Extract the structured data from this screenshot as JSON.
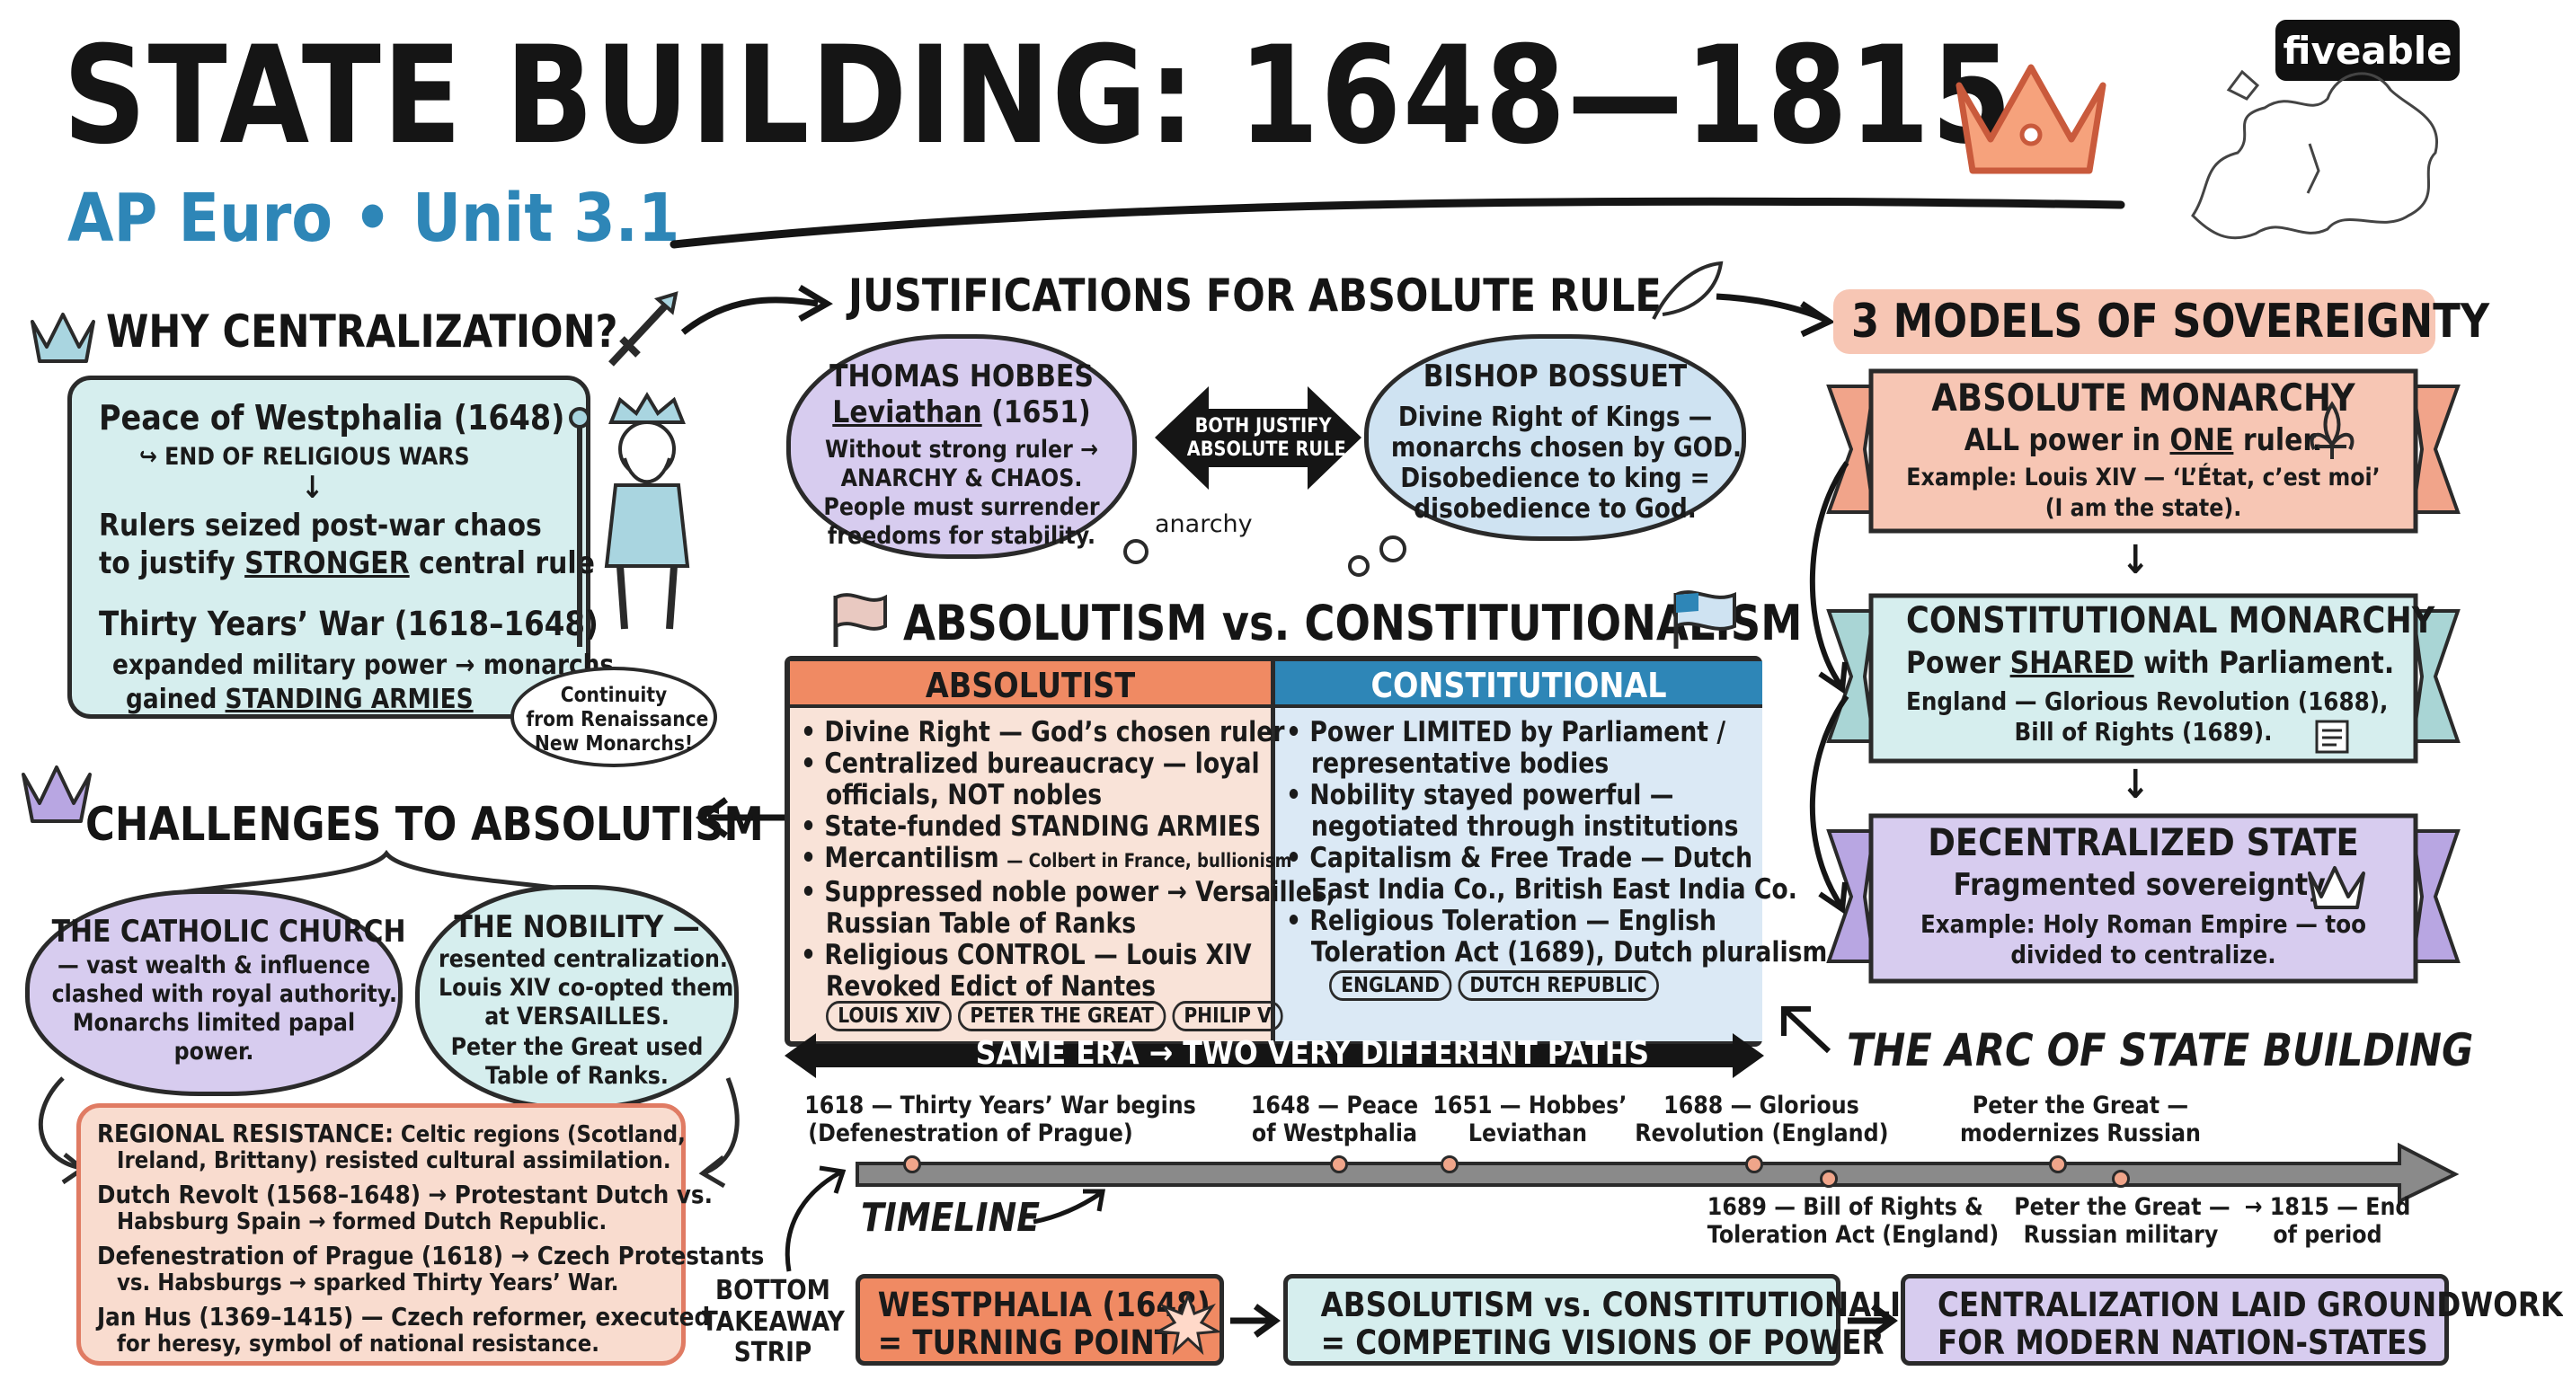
{
  "header": {
    "title": "STATE BUILDING: 1648—1815",
    "subtitle": "AP Euro • Unit 3.1",
    "brand": "fiveable"
  },
  "why": {
    "heading": "WHY CENTRALIZATION?",
    "westphalia": "Peace of Westphalia (1648)",
    "end_wars": "↪ END OF RELIGIOUS WARS",
    "arrow": "↓",
    "seized_1": "Rulers seized post-war chaos",
    "seized_2a": "to justify ",
    "seized_2b": "STRONGER",
    "seized_2c": " central rule",
    "thirty": "Thirty Years’ War (1618–1648)",
    "expanded": "expanded military power → monarchs",
    "gained_a": "gained ",
    "gained_b": "STANDING ARMIES",
    "bubble_1": "Continuity",
    "bubble_2": "from Renaissance",
    "bubble_3": "New Monarchs!"
  },
  "justifications": {
    "heading": "JUSTIFICATIONS FOR ABSOLUTE RULE",
    "hobbes_name": "THOMAS HOBBES",
    "hobbes_book": "Leviathan",
    "hobbes_year": " (1651)",
    "hobbes_1": "Without strong ruler →",
    "hobbes_2": "ANARCHY & CHAOS.",
    "hobbes_3": "People must surrender",
    "hobbes_4": "freedoms for stability.",
    "both_1": "BOTH JUSTIFY",
    "both_2": "ABSOLUTE RULE",
    "anarchy": "anarchy",
    "bossuet_name": "BISHOP BOSSUET",
    "bossuet_1": "Divine Right of Kings —",
    "bossuet_2": "monarchs chosen by GOD.",
    "bossuet_3": "Disobedience to king =",
    "bossuet_4": "disobedience to God."
  },
  "models": {
    "heading": "3 MODELS OF SOVEREIGNTY",
    "abs_title": "ABSOLUTE MONARCHY",
    "abs_1a": "ALL power in ",
    "abs_1b": "ONE",
    "abs_1c": " ruler.",
    "abs_2": "Example: Louis XIV — ‘L’État, c’est moi’",
    "abs_3": "(I am the state).",
    "con_title": "CONSTITUTIONAL MONARCHY",
    "con_1a": "Power ",
    "con_1b": "SHARED",
    "con_1c": " with Parliament.",
    "con_2": "England — Glorious Revolution (1688),",
    "con_3": "Bill of Rights (1689).",
    "dec_title": "DECENTRALIZED STATE",
    "dec_1": "Fragmented sovereignty.",
    "dec_2": "Example: Holy Roman Empire — too",
    "dec_3": "divided to centralize."
  },
  "versus": {
    "heading": "ABSOLUTISM vs. CONSTITUTIONALISM",
    "abs_head": "ABSOLUTIST",
    "con_head": "CONSTITUTIONAL",
    "abs_items": [
      "• Divine Right — God’s chosen ruler",
      "• Centralized bureaucracy — loyal",
      "   officials, NOT nobles",
      "• State-funded STANDING ARMIES",
      "• Mercantilism",
      "• Suppressed noble power → Versailles,",
      "   Russian Table of Ranks",
      "• Religious CONTROL — Louis XIV",
      "   Revoked Edict of Nantes"
    ],
    "merc_note": "— Colbert in France, bullionism",
    "abs_pills": [
      "LOUIS XIV",
      "PETER THE GREAT",
      "PHILIP V"
    ],
    "con_items": [
      "• Power LIMITED by Parliament /",
      "   representative bodies",
      "• Nobility stayed powerful —",
      "   negotiated through institutions",
      "• Capitalism & Free Trade — Dutch",
      "   East India Co., British East India Co.",
      "• Religious Toleration — English",
      "   Toleration Act (1689), Dutch pluralism"
    ],
    "con_pills": [
      "ENGLAND",
      "DUTCH REPUBLIC"
    ],
    "same_era": "SAME ERA → TWO VERY DIFFERENT PATHS"
  },
  "challenges": {
    "heading": "CHALLENGES TO ABSOLUTISM",
    "church_title": "THE CATHOLIC CHURCH",
    "church_1": "— vast wealth & influence",
    "church_2": "clashed with royal authority.",
    "church_3": "Monarchs limited papal",
    "church_4": "power.",
    "nob_title": "THE NOBILITY —",
    "nob_1": "resented centralization.",
    "nob_2": "Louis XIV co-opted them",
    "nob_3": "at VERSAILLES.",
    "nob_4": "Peter the Great used",
    "nob_5": "Table of Ranks.",
    "reg_1a": "REGIONAL RESISTANCE:",
    "reg_1b": " Celtic regions (Scotland,",
    "reg_2": "Ireland, Brittany) resisted cultural assimilation.",
    "reg_3": "Dutch Revolt (1568–1648) → Protestant Dutch vs.",
    "reg_4": "Habsburg Spain → formed Dutch Republic.",
    "reg_5": "Defenestration of Prague (1618) → Czech Protestants",
    "reg_6": "vs. Habsburgs → sparked Thirty Years’ War.",
    "reg_7": "Jan Hus (1369–1415) — Czech reformer, executed",
    "reg_8": "for heresy, symbol of national resistance."
  },
  "timeline": {
    "arc_label": "THE ARC OF STATE BUILDING",
    "label": "TIMELINE",
    "top": [
      {
        "l1": "1618 — Thirty Years’ War begins",
        "l2": "(Defenestration of Prague)"
      },
      {
        "l1": "1648 — Peace",
        "l2": "of Westphalia"
      },
      {
        "l1": "1651 — Hobbes’",
        "l2": "Leviathan"
      },
      {
        "l1": "1688 — Glorious",
        "l2": "Revolution (England)"
      },
      {
        "l1": "Peter the Great —",
        "l2": "modernizes Russian"
      }
    ],
    "bottom": [
      {
        "l1": "1689 — Bill of Rights &",
        "l2": "Toleration Act (England)"
      },
      {
        "l1": "Peter the Great —",
        "l2": "Russian military"
      },
      {
        "l1": "→ 1815 — End",
        "l2": "of period"
      }
    ]
  },
  "strip": {
    "label_1": "BOTTOM",
    "label_2": "TAKEAWAY",
    "label_3": "STRIP",
    "b1_1": "WESTPHALIA (1648)",
    "b1_2": "= TURNING POINT",
    "b2_1": "ABSOLUTISM vs. CONSTITUTIONALISM",
    "b2_2": "= COMPETING VISIONS OF POWER",
    "b3_1": "CENTRALIZATION LAID GROUNDWORK",
    "b3_2": "FOR MODERN NATION-STATES"
  },
  "colors": {
    "teal": "#d6eeee",
    "salmon": "#f7c6b4",
    "lavender": "#d7ccef",
    "blue": "#cfe3f2",
    "accent_blue": "#2e86b7",
    "orange": "#f08a63"
  }
}
